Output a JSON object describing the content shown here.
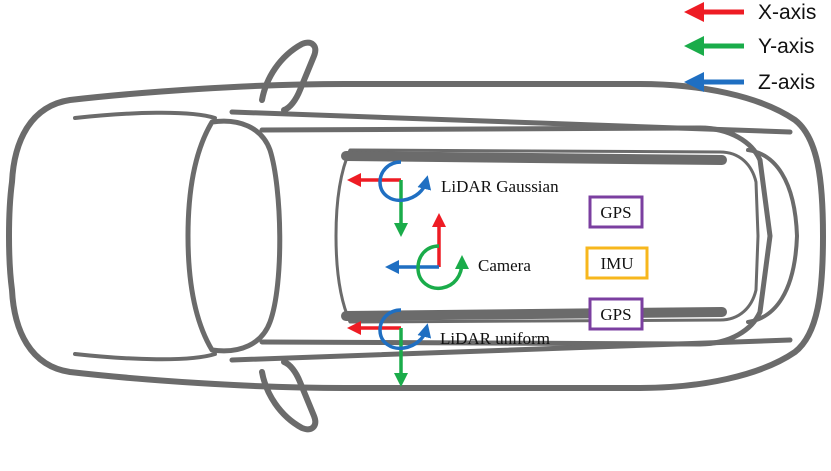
{
  "legend": {
    "x_axis": {
      "label": "X-axis",
      "color": "#ee1c24"
    },
    "y_axis": {
      "label": "Y-axis",
      "color": "#1aac4a"
    },
    "z_axis": {
      "label": "Z-axis",
      "color": "#1f6fc2"
    }
  },
  "sensors": {
    "lidar_gaussian": "LiDAR Gaussian",
    "camera": "Camera",
    "lidar_uniform": "LiDAR uniform"
  },
  "boxes": {
    "gps_top": {
      "label": "GPS",
      "color": "#7b3fa0"
    },
    "imu": {
      "label": "IMU",
      "color": "#f7b71d"
    },
    "gps_bottom": {
      "label": "GPS",
      "color": "#7b3fa0"
    }
  },
  "colors": {
    "car_outline": "#6b6b6b",
    "car_fill": "#ffffff"
  }
}
